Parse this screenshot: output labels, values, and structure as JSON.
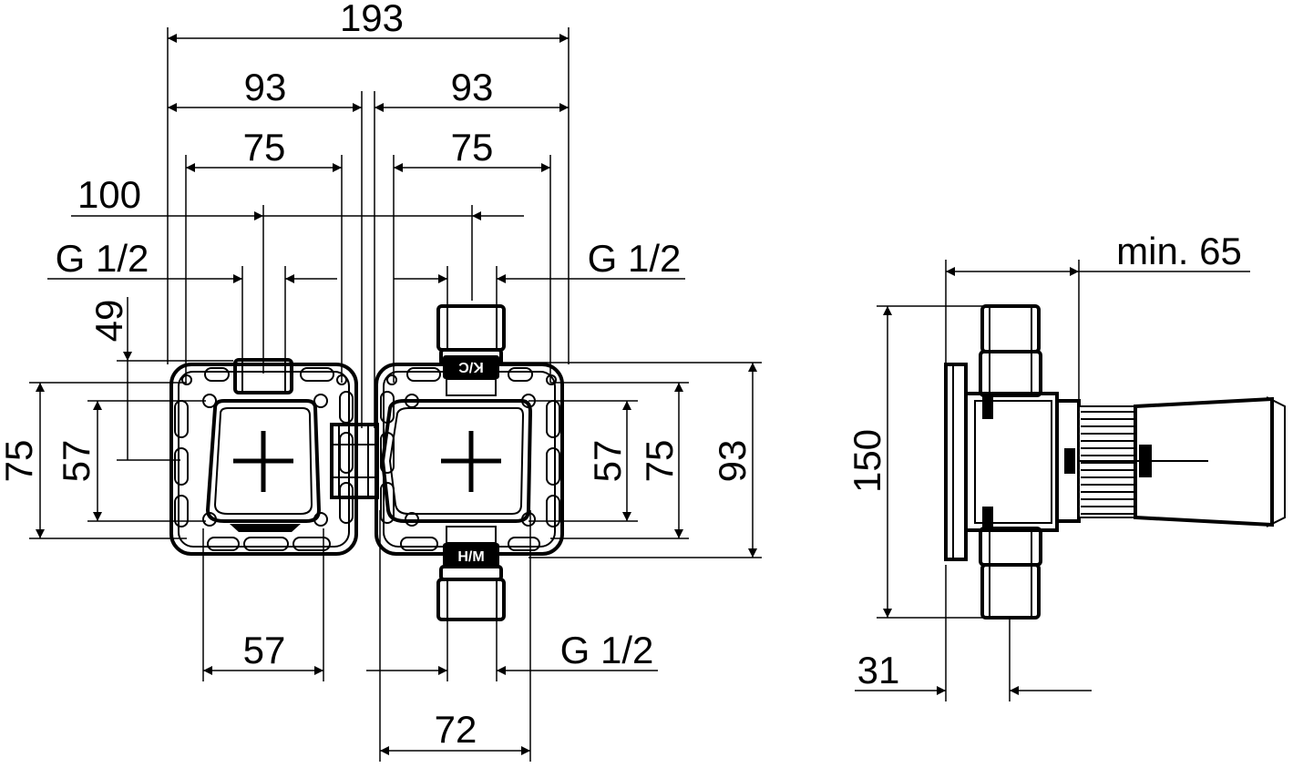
{
  "dimensions": {
    "overall_width": "193",
    "half_width_left": "93",
    "half_width_right": "93",
    "box_width_left": "75",
    "box_width_right": "75",
    "axis_spacing": "100",
    "thread_top_left": "G 1/2",
    "thread_top_right": "G 1/2",
    "thread_bottom": "G 1/2",
    "offset_vertical": "49",
    "height_left_outer": "75",
    "height_left_inner": "57",
    "height_right_inner": "57",
    "height_right_mid": "75",
    "height_right_outer": "93",
    "bottom_width_left": "57",
    "bottom_width_right": "72",
    "side_min_depth": "min. 65",
    "side_height": "150",
    "side_flange": "31"
  },
  "outlet_labels": {
    "cold": "K/C",
    "hot": "H/M"
  },
  "colors": {
    "line": "#000000",
    "background": "#ffffff"
  }
}
